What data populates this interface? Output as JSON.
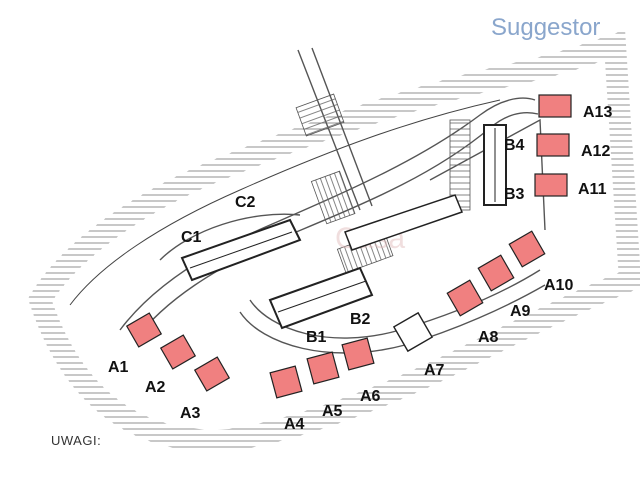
{
  "brand": {
    "name": "Suggestor"
  },
  "watermark": {
    "text": "Casa"
  },
  "note": {
    "text": "UWAGI:"
  },
  "colors": {
    "highlight": "#f08080",
    "building": "#ffffff",
    "outline": "#222222",
    "road": "#555555",
    "brand": "#8aa6cc"
  },
  "plots": [
    {
      "id": "A1",
      "highlighted": true
    },
    {
      "id": "A2",
      "highlighted": true
    },
    {
      "id": "A3",
      "highlighted": true
    },
    {
      "id": "A4",
      "highlighted": true
    },
    {
      "id": "A5",
      "highlighted": true
    },
    {
      "id": "A6",
      "highlighted": true
    },
    {
      "id": "A7",
      "highlighted": false
    },
    {
      "id": "A8",
      "highlighted": true
    },
    {
      "id": "A9",
      "highlighted": true
    },
    {
      "id": "A10",
      "highlighted": true
    },
    {
      "id": "A11",
      "highlighted": true
    },
    {
      "id": "A12",
      "highlighted": true
    },
    {
      "id": "A13",
      "highlighted": true
    }
  ],
  "buildings": [
    {
      "id": "B1"
    },
    {
      "id": "B2"
    },
    {
      "id": "B3"
    },
    {
      "id": "B4"
    },
    {
      "id": "C1"
    },
    {
      "id": "C2"
    }
  ]
}
